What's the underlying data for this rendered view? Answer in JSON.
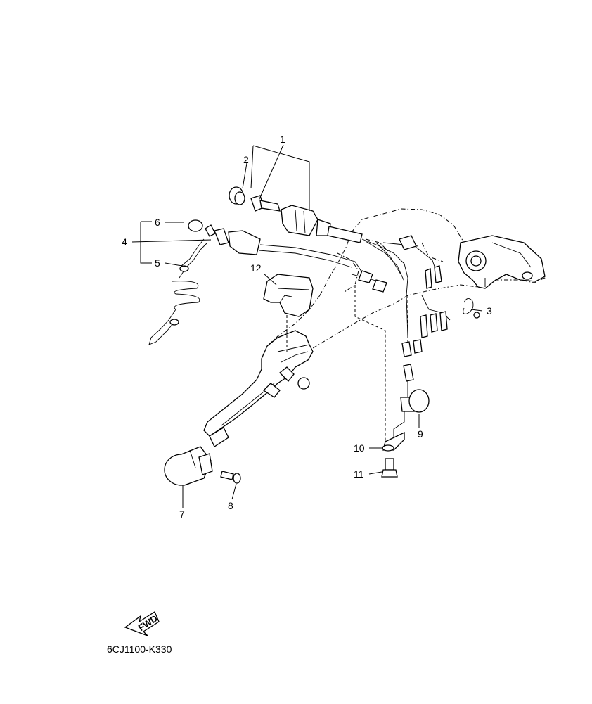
{
  "callouts": {
    "c1": "1",
    "c2": "2",
    "c3": "3",
    "c4": "4",
    "c5": "5",
    "c6": "6",
    "c7": "7",
    "c8": "8",
    "c9": "9",
    "c10": "10",
    "c11": "11",
    "c12": "12"
  },
  "fwd_label": "FWD",
  "drawing_code": "6CJ1100-K330"
}
